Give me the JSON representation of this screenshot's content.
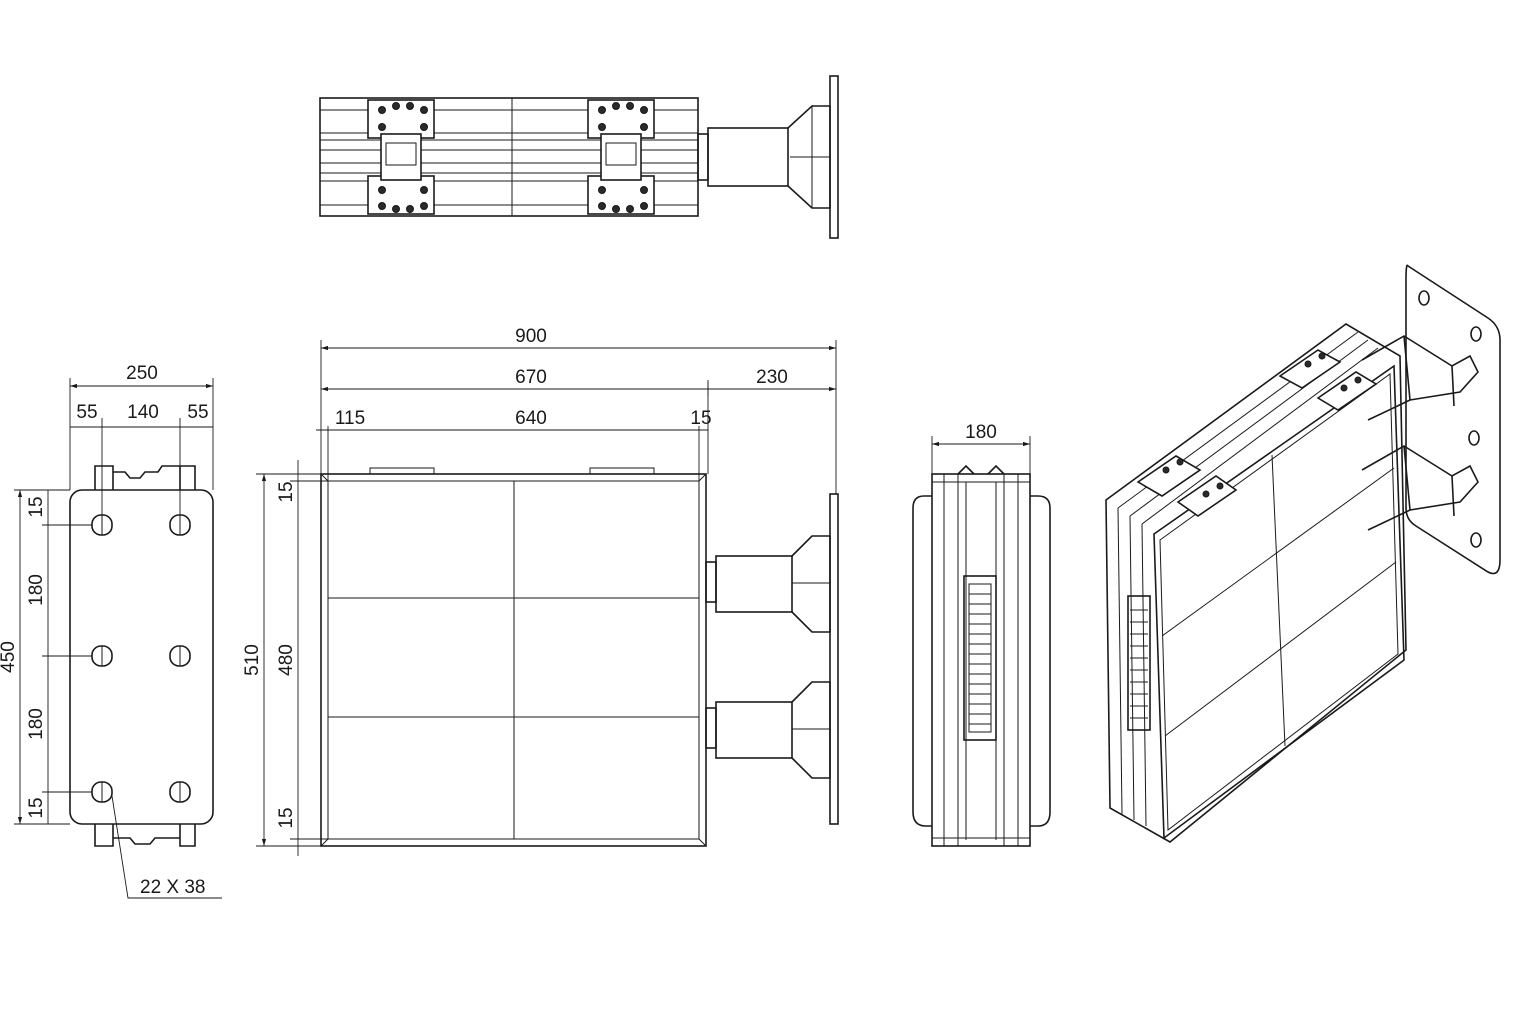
{
  "colors": {
    "line": "#1a1a1a",
    "background": "#ffffff"
  },
  "dimensions": {
    "side_view": {
      "width_total": "250",
      "offset_left": "55",
      "hole_spacing": "140",
      "offset_right": "55",
      "height_total": "450",
      "top_margin": "15",
      "upper_spacing": "180",
      "lower_spacing": "180",
      "bottom_margin": "15",
      "slot_size": "22 X 38"
    },
    "front_view": {
      "overall_width": "900",
      "panel_width": "670",
      "bracket_depth": "230",
      "left_offset": "115",
      "inner_width": "640",
      "right_gap": "15",
      "overall_height": "510",
      "inner_height": "480",
      "top_frame": "15",
      "bottom_frame": "15"
    },
    "end_view": {
      "depth": "180"
    }
  }
}
